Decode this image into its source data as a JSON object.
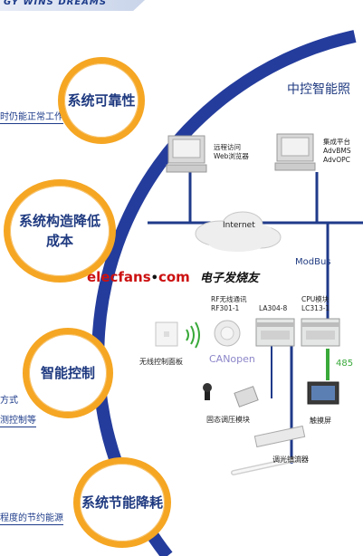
{
  "banner": {
    "text": "GY WINS DREAMS"
  },
  "left_cut_labels": [
    "时仍能正常工作",
    "方式",
    "测控制等",
    "程度的节约能源"
  ],
  "circles": [
    {
      "label": "系统可靠性"
    },
    {
      "label_line1": "系统构造降低",
      "label_line2": "成本"
    },
    {
      "label": "智能控制"
    },
    {
      "label": "系统节能降耗"
    }
  ],
  "diagram": {
    "title": "中控智能照",
    "pc_left": {
      "line1": "远程访问",
      "line2": "Web浏览器"
    },
    "pc_right": {
      "line1": "集成平台",
      "line2": "AdvBMS",
      "line3": "AdvOPC"
    },
    "internet": "Internet",
    "modbus": "ModBus",
    "watermark": {
      "en": "elecfans",
      "dot_com": "com",
      "cn": "电子发烧友"
    },
    "rf_label": {
      "line1": "RF无线通讯",
      "line2": "RF301-1"
    },
    "la_label": "LA304-8",
    "cpu_label": {
      "line1": "CPU模块",
      "line2": "LC313-1"
    },
    "wireless_panel": "无线控制面板",
    "canopen": "CANopen",
    "rs485": "485",
    "solid_state": "固态调压模块",
    "touchscreen": "触摸屏",
    "ballast": "调光镇流器"
  },
  "colors": {
    "accent_orange": "#f5a623",
    "ring_blue": "#243c9c",
    "text_blue": "#1f3a80",
    "wire_blue": "#1f3a8a",
    "rs485_green": "#39a93a"
  }
}
